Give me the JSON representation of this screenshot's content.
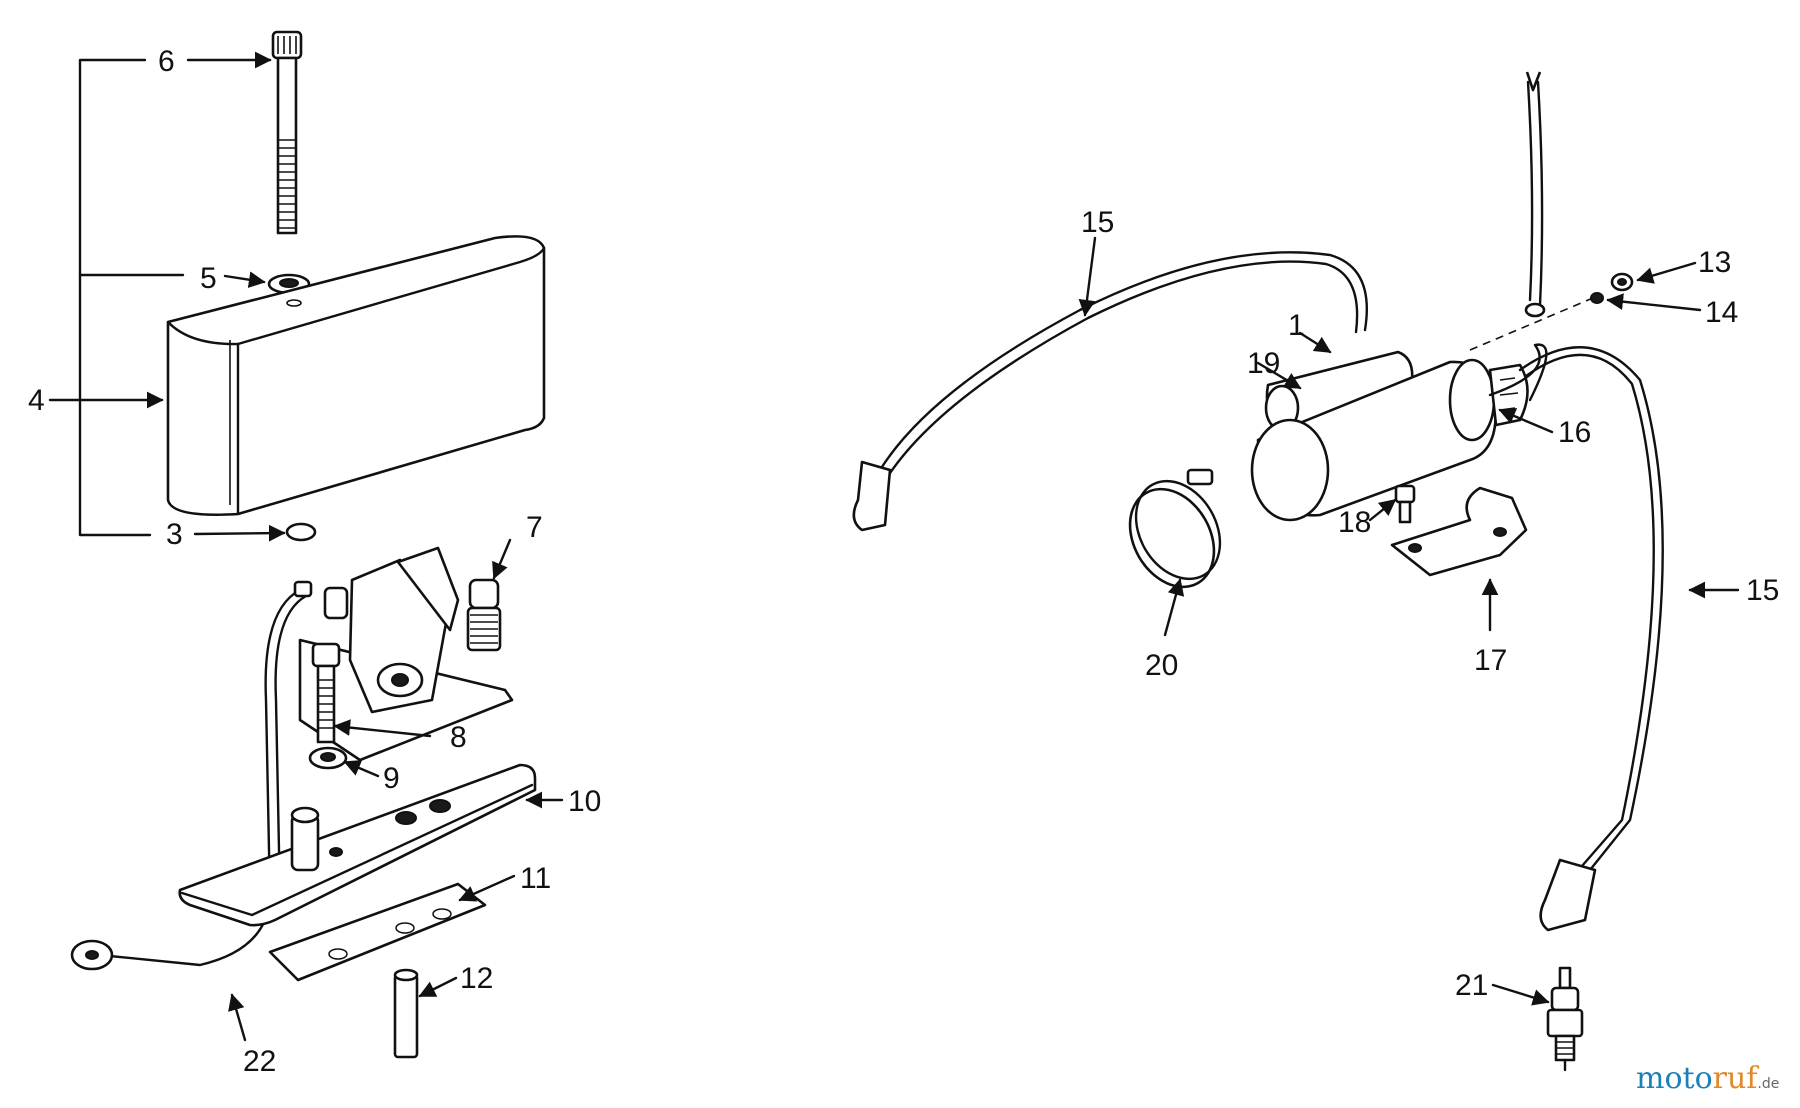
{
  "watermark": {
    "part1": "moto",
    "part2": "ruf",
    "suffix": ".de"
  },
  "callouts": {
    "n1": "1",
    "n3": "3",
    "n4": "4",
    "n5": "5",
    "n6": "6",
    "n7": "7",
    "n8": "8",
    "n9": "9",
    "n10": "10",
    "n11": "11",
    "n12": "12",
    "n13": "13",
    "n14": "14",
    "n15a": "15",
    "n15b": "15",
    "n16": "16",
    "n17": "17",
    "n18": "18",
    "n19": "19",
    "n20": "20",
    "n21": "21",
    "n22": "22"
  },
  "arrow_marker": "arrowhead"
}
